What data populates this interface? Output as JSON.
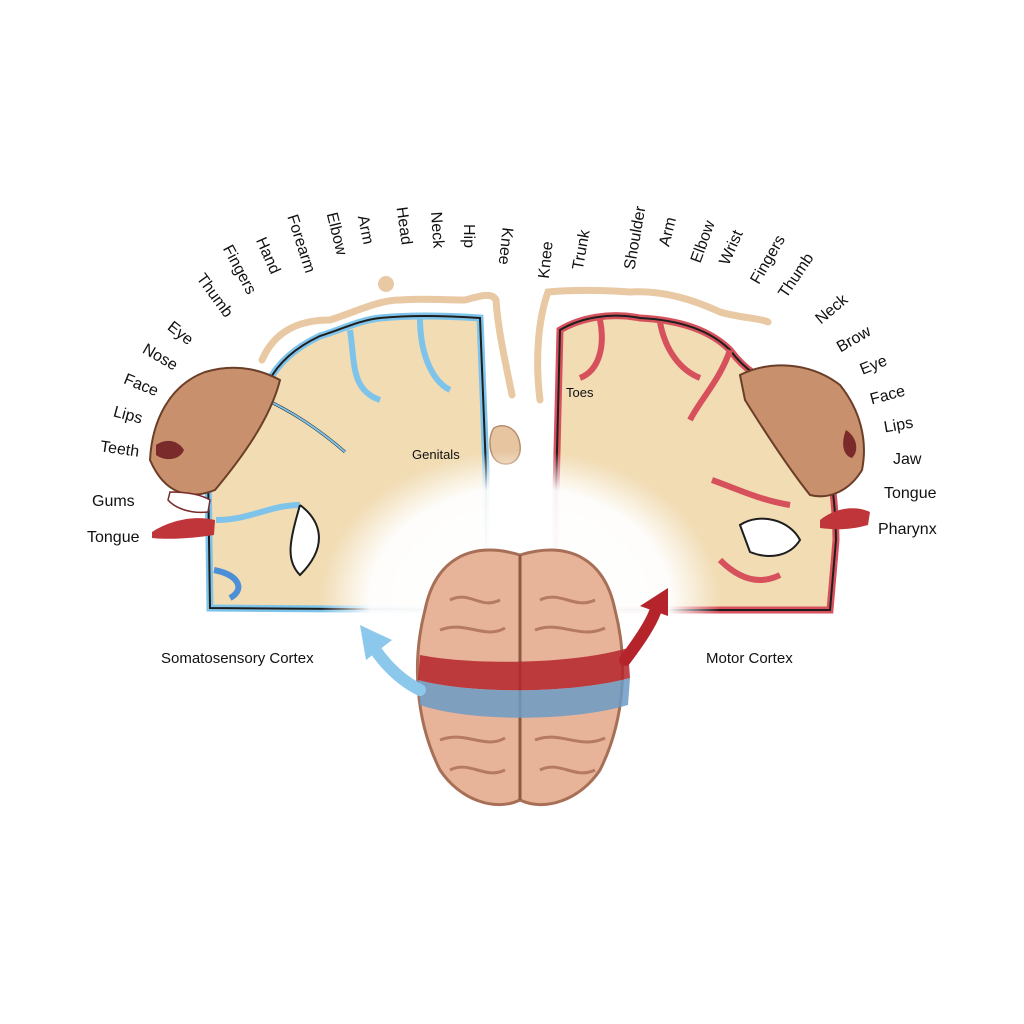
{
  "captions": {
    "sensory": "Somatosensory Cortex",
    "motor": "Motor Cortex"
  },
  "sensory_labels": [
    "Tongue",
    "Gums",
    "Teeth",
    "Lips",
    "Face",
    "Nose",
    "Eye",
    "Thumb",
    "Fingers",
    "Hand",
    "Forearm",
    "Elbow",
    "Arm",
    "Head",
    "Neck",
    "Hip",
    "Knee"
  ],
  "sensory_inner_label": "Genitals",
  "motor_labels": [
    "Knee",
    "Trunk",
    "Shoulder",
    "Arm",
    "Elbow",
    "Wrist",
    "Fingers",
    "Thumb",
    "Neck",
    "Brow",
    "Eye",
    "Face",
    "Lips",
    "Jaw",
    "Tongue",
    "Pharynx"
  ],
  "motor_inner_label": "Toes",
  "colors": {
    "sensory_outline": "#7ec4ea",
    "motor_outline": "#d6515c",
    "tissue": "#f1dcb4",
    "brain": "#e7b49a",
    "sensory_arrow": "#8cc8ec",
    "motor_arrow": "#b5242b"
  }
}
